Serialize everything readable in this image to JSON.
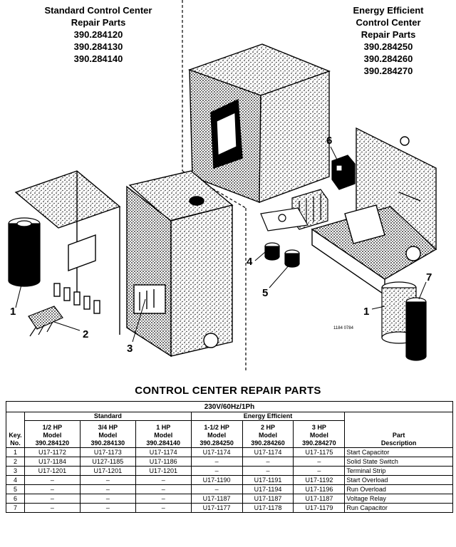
{
  "left_header": {
    "lines": [
      "Standard Control Center",
      "Repair Parts",
      "390.284120",
      "390.284130",
      "390.284140"
    ]
  },
  "right_header": {
    "lines": [
      "Energy Efficient",
      "Control Center",
      "Repair Parts",
      "390.284250",
      "390.284260",
      "390.284270"
    ]
  },
  "diagram": {
    "callouts": [
      "1",
      "2",
      "3",
      "4",
      "5",
      "6",
      "1",
      "7"
    ],
    "drawing_code": "1184 0784"
  },
  "table": {
    "title": "CONTROL CENTER REPAIR PARTS",
    "caption": "230V/60Hz/1Ph",
    "group_standard": "Standard",
    "group_energy": "Energy Efficient",
    "key_header": [
      "Key.",
      "No."
    ],
    "columns": [
      {
        "hp": "1/2 HP",
        "model": "Model",
        "number": "390.284120"
      },
      {
        "hp": "3/4 HP",
        "model": "Model",
        "number": "390.284130"
      },
      {
        "hp": "1 HP",
        "model": "Model",
        "number": "390.284140"
      },
      {
        "hp": "1-1/2 HP",
        "model": "Model",
        "number": "390.284250"
      },
      {
        "hp": "2 HP",
        "model": "Model",
        "number": "390.284260"
      },
      {
        "hp": "3 HP",
        "model": "Model",
        "number": "390.284270"
      }
    ],
    "desc_header": [
      "Part",
      "Description"
    ],
    "rows": [
      {
        "key": "1",
        "cells": [
          "U17-1172",
          "U17-1173",
          "U17-1174",
          "U17-1174",
          "U17-1174",
          "U17-1175"
        ],
        "desc": "Start Capacitor"
      },
      {
        "key": "2",
        "cells": [
          "U17-1184",
          "U127-1185",
          "U17-1186",
          "–",
          "–",
          "–"
        ],
        "desc": "Solid State Switch"
      },
      {
        "key": "3",
        "cells": [
          "U17-1201",
          "U17-1201",
          "U17-1201",
          "–",
          "–",
          "–"
        ],
        "desc": "Terminal Strip"
      },
      {
        "key": "4",
        "cells": [
          "–",
          "–",
          "–",
          "U17-1190",
          "U17-1191",
          "U17-1192"
        ],
        "desc": "Start Overload"
      },
      {
        "key": "5",
        "cells": [
          "–",
          "–",
          "–",
          "–",
          "U17-1194",
          "U17-1196"
        ],
        "desc": "Run Overload"
      },
      {
        "key": "6",
        "cells": [
          "–",
          "–",
          "–",
          "U17-1187",
          "U17-1187",
          "U17-1187"
        ],
        "desc": "Voltage Relay"
      },
      {
        "key": "7",
        "cells": [
          "–",
          "–",
          "–",
          "U17-1177",
          "U17-1178",
          "U17-1179"
        ],
        "desc": "Run Capacitor"
      }
    ]
  }
}
